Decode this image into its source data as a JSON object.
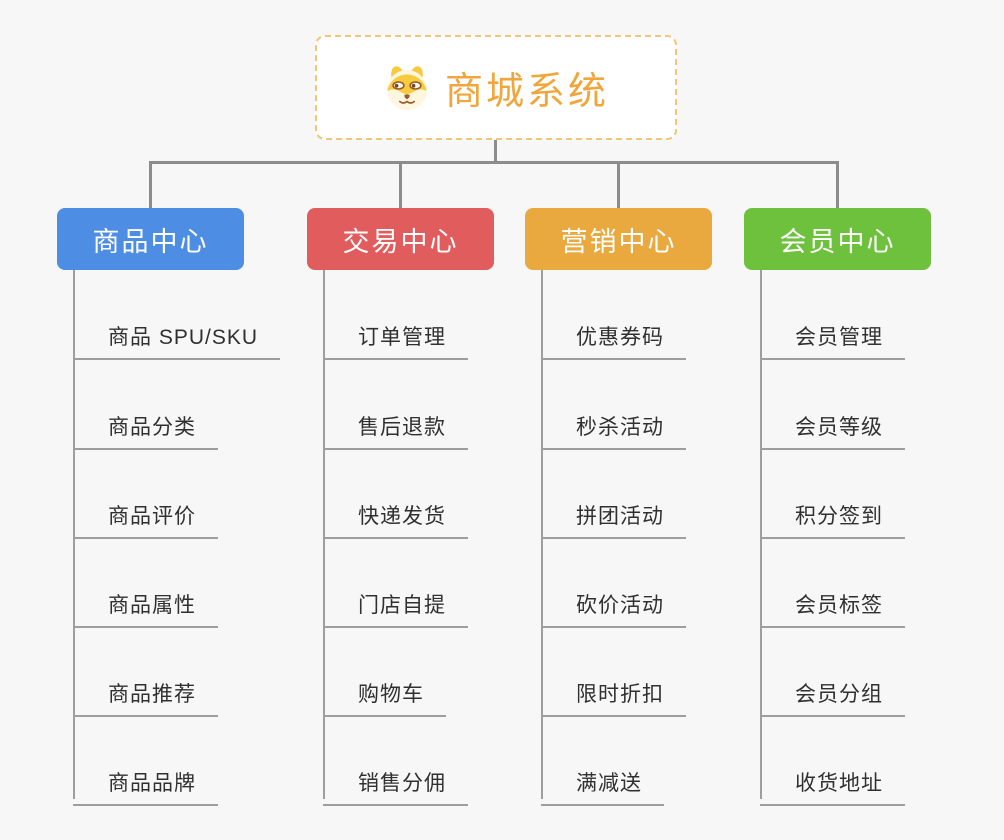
{
  "root": {
    "label": "商城系统",
    "icon": "shiba-dog-icon",
    "text_color": "#f0a63a",
    "border_color": "#f2c678"
  },
  "connector_color": "#8c8c8c",
  "underline_color": "#9e9e9e",
  "background_color": "#f7f7f7",
  "branches": [
    {
      "label": "商品中心",
      "color": "#4d8ee4",
      "children": [
        "商品 SPU/SKU",
        "商品分类",
        "商品评价",
        "商品属性",
        "商品推荐",
        "商品品牌"
      ]
    },
    {
      "label": "交易中心",
      "color": "#e15c5c",
      "children": [
        "订单管理",
        "售后退款",
        "快递发货",
        "门店自提",
        "购物车",
        "销售分佣"
      ]
    },
    {
      "label": "营销中心",
      "color": "#e9a93f",
      "children": [
        "优惠券码",
        "秒杀活动",
        "拼团活动",
        "砍价活动",
        "限时折扣",
        "满减送"
      ]
    },
    {
      "label": "会员中心",
      "color": "#6ec13c",
      "children": [
        "会员管理",
        "会员等级",
        "积分签到",
        "会员标签",
        "会员分组",
        "收货地址"
      ]
    }
  ]
}
